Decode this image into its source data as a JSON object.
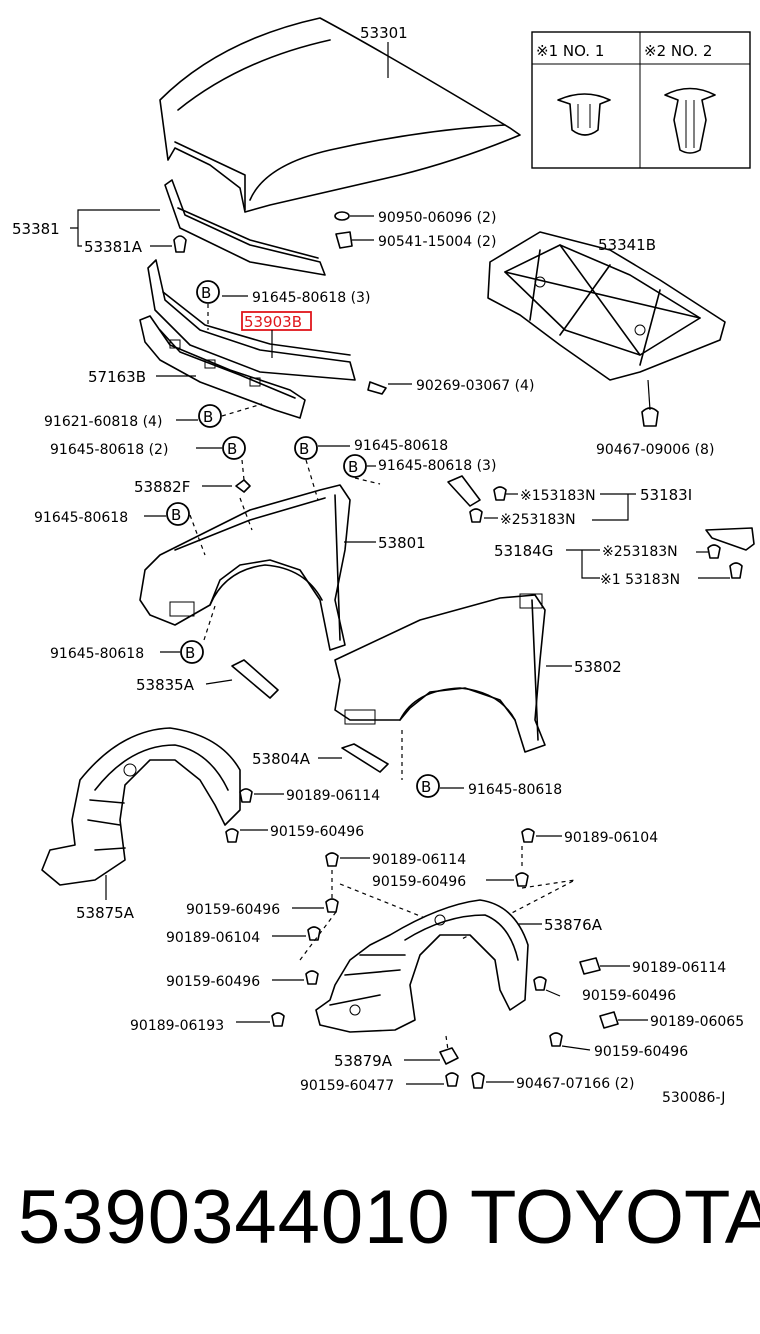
{
  "legend": {
    "n1": "※1 NO. 1",
    "n2": "※2 NO. 2"
  },
  "labels": {
    "l53301": "53301",
    "l53381": "53381",
    "l53381a": "53381A",
    "l90950": "90950-06096 (2)",
    "l90541": "90541-15004 (2)",
    "l53341b": "53341B",
    "l91645a": "91645-80618 (3)",
    "l53903b": "53903B",
    "l57163b": "57163B",
    "l90269": "90269-03067 (4)",
    "l91621": "91621-60818 (4)",
    "l91645b": "91645-80618 (2)",
    "l91645c": "91645-80618",
    "l91645d": "91645-80618 (3)",
    "l90467a": "90467-09006 (8)",
    "l53882f": "53882F",
    "l91645e": "91645-80618",
    "l153183n": "※153183N",
    "l53183i": "53183I",
    "l253183n": "※253183N",
    "l53801": "53801",
    "l53184g": "53184G",
    "l253183n2": "※253183N",
    "l153183n2": "※1 53183N",
    "l91645f": "91645-80618",
    "l53835a": "53835A",
    "l53802": "53802",
    "l53804a": "53804A",
    "l91645g": "91645-80618",
    "l90189a": "90189-06114",
    "l90159a": "90159-60496",
    "l90189b": "90189-06104",
    "l90189c": "90189-06114",
    "l90159b": "90159-60496",
    "l53875a": "53875A",
    "l90159c": "90159-60496",
    "l53876a": "53876A",
    "l90189d": "90189-06104",
    "l90189e": "90189-06114",
    "l90159d": "90159-60496",
    "l90159e": "90159-60496",
    "l90189f": "90189-06193",
    "l90189g": "90189-06065",
    "l90159f": "90159-60496",
    "l53879a": "53879A",
    "l90159g": "90159-60477",
    "l90467b": "90467-07166 (2)",
    "l530086": "530086-J"
  },
  "badge": "B",
  "highlight_color": "#e0161b",
  "footer": {
    "part_number": "5390344010",
    "brand": "TOYOTA"
  }
}
